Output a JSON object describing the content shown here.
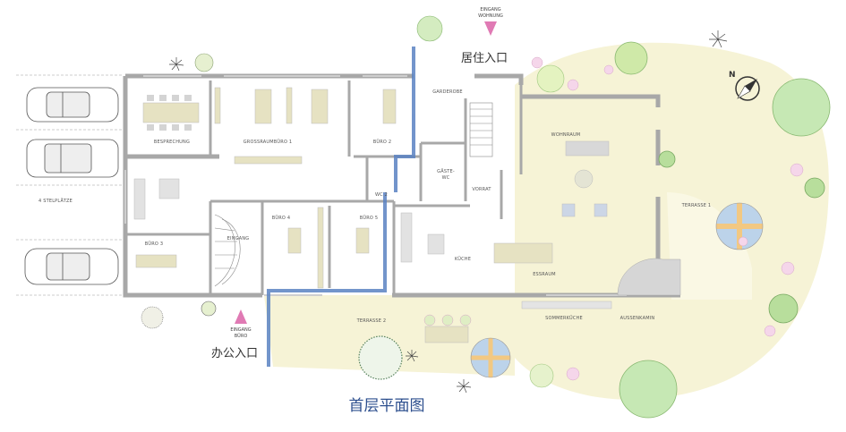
{
  "title_cn": "首层平面图",
  "entrance_home_cn": "居住入口",
  "entrance_office_cn": "办公入口",
  "entrance_home_de": [
    "EINGANG",
    "WOHNUNG"
  ],
  "entrance_office_de": [
    "EINGANG",
    "BÜRO"
  ],
  "parking": "4 STELPLÄTZE",
  "compass": "N",
  "rooms": {
    "besprechung": "BESPRECHUNG",
    "grossraum": "GROSSRAUMBÜRO 1",
    "buero2": "BÜRO 2",
    "garderobe": "GARDEROBE",
    "wohnraum": "WOHNRAUM",
    "gaeste_wc_1": "GÄSTE-",
    "gaeste_wc_2": "WC",
    "wc2": "WC 2",
    "vorrat": "VORRAT",
    "buero3": "BÜRO 3",
    "eingang": "EINGANG",
    "buero4": "BÜRO 4",
    "buero5": "BÜRO 5",
    "kueche": "KÜCHE",
    "essraum": "ESSRAUM",
    "terrasse1": "TERRASSE 1",
    "terrasse2": "TERRASSE 2",
    "sommerkueche": "SOMMERKÜCHE",
    "aussenkamin": "AUSSENKAMIN"
  },
  "colors": {
    "wall": "#a8a8a8",
    "terrace": "#f6f3d6",
    "circulation": "#5a82c2",
    "entry_marker": "#e07ab4",
    "furniture": "#e6e2c2"
  }
}
